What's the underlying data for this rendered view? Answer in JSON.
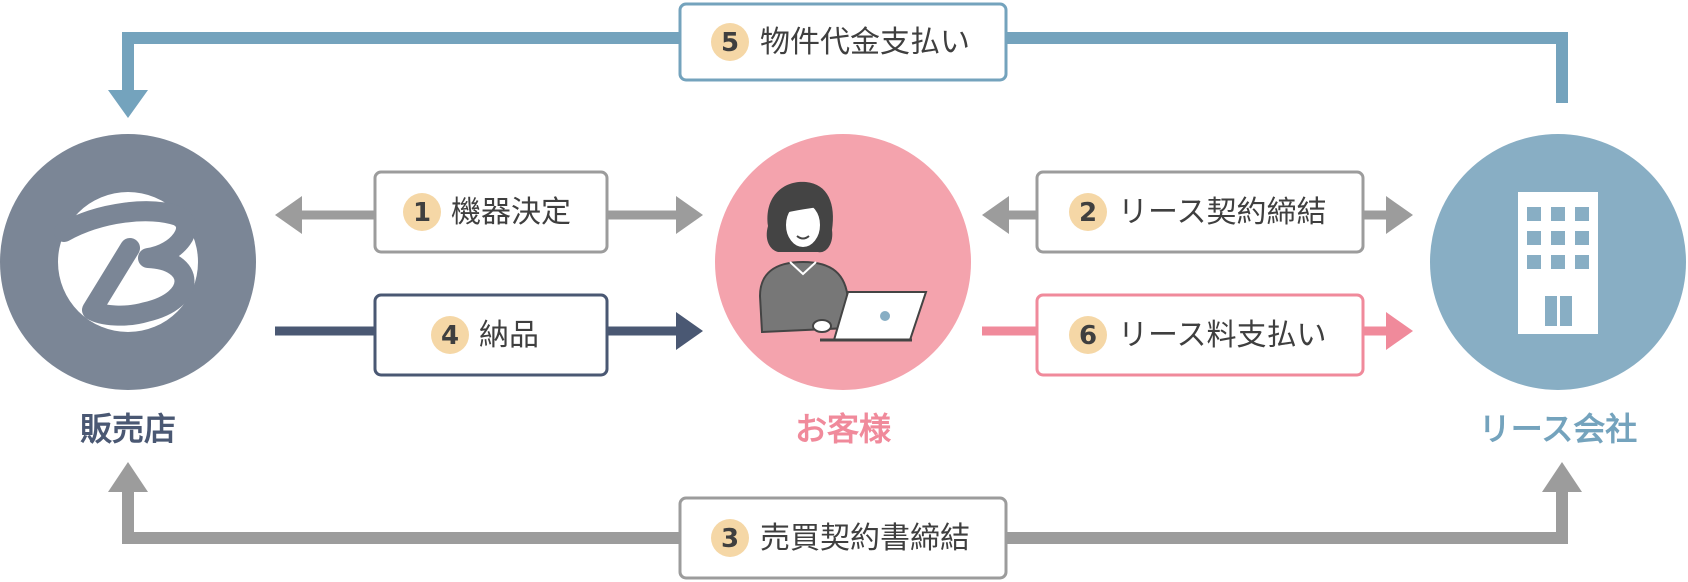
{
  "colors": {
    "shop": "#7b8696",
    "customer": "#f4a3ad",
    "lease": "#88aec4",
    "gray_arrow": "#9c9c9c",
    "navy_arrow": "#4a5873",
    "pink_arrow": "#f08a9b",
    "blue_arrow": "#74a3bd",
    "badge": "#f5d7a6"
  },
  "nodes": {
    "shop": {
      "label": "販売店",
      "icon": "brand-b-logo-icon"
    },
    "customer": {
      "label": "お客様",
      "icon": "woman-with-laptop-icon"
    },
    "lease": {
      "label": "リース会社",
      "icon": "office-building-icon"
    }
  },
  "steps": [
    {
      "num": "1",
      "label": "機器決定"
    },
    {
      "num": "2",
      "label": "リース契約締結"
    },
    {
      "num": "3",
      "label": "売買契約書締結"
    },
    {
      "num": "4",
      "label": "納品"
    },
    {
      "num": "5",
      "label": "物件代金支払い"
    },
    {
      "num": "6",
      "label": "リース料支払い"
    }
  ]
}
